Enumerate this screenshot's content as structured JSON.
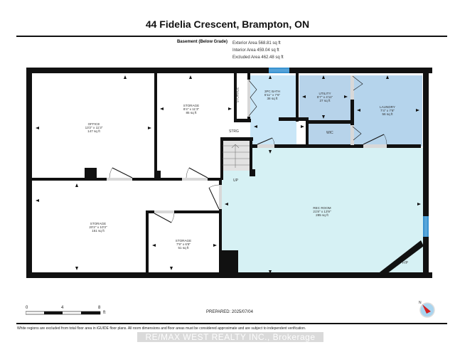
{
  "header": {
    "title": "44 Fidelia Crescent, Brampton, ON",
    "level": "Basement (Below Grade)",
    "areas": [
      "Exterior Area 568.81 sq ft",
      "Interior Area 459.04 sq ft",
      "Excluded Area 462.48 sq ft"
    ]
  },
  "rooms": [
    {
      "name": "OFFICE",
      "dims": "13'2\" x 11'3\"",
      "area": "147 sq ft"
    },
    {
      "name": "STORAGE",
      "dims": "8'4\" x 11'3\"",
      "area": "85 sq ft"
    },
    {
      "name": "3PC BATH",
      "dims": "5'11\" x 7'6\"",
      "area": "38 sq ft"
    },
    {
      "name": "UTILITY",
      "dims": "5'7\" x 4'11\"",
      "area": "27 sq ft"
    },
    {
      "name": "LAUNDRY",
      "dims": "7'4\" x 7'8\"",
      "area": "56 sq ft"
    },
    {
      "name": "STORAGE",
      "dims": "20'2\" x 10'3\"",
      "area": "151 sq ft"
    },
    {
      "name": "STORAGE",
      "dims": "7'9\" x 6'8\"",
      "area": "51 sq ft"
    },
    {
      "name": "REC ROOM",
      "dims": "21'8\" x 13'9\"",
      "area": "285 sq ft"
    }
  ],
  "minor_labels": {
    "storage_closet": "STORAGE",
    "strg": "STRG",
    "wic": "WIC",
    "up": "UP",
    "fp": "F/P"
  },
  "scale": {
    "ticks": [
      "0",
      "4",
      "8"
    ],
    "unit": "ft"
  },
  "footer": {
    "prepared": "PREPARED: 2025/07/04",
    "disclaimer": "White regions are excluded from total floor area in iGUIDE floor plans. All room dimensions and floor areas must be considered approximate and are subject to independent verification.",
    "watermark": "RE/MAX WEST REALTY INC., Brokerage",
    "compass_label": "N"
  },
  "colors": {
    "wall": "#111111",
    "bath": "#c9e6f7",
    "utility": "#b7d3ea",
    "laundry": "#b5d4ec",
    "rec_room": "#d6f1f4",
    "window": "#3a93d0",
    "door_opening": "#d8d8d8",
    "compass_red": "#d42020",
    "compass_blue": "#a8d4ef"
  }
}
